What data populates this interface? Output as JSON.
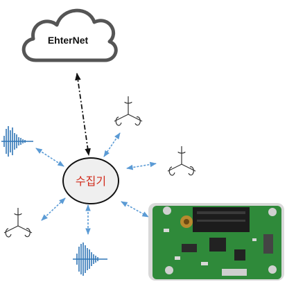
{
  "cloud": {
    "label": "EhterNet"
  },
  "hub": {
    "label": "수집기"
  },
  "colors": {
    "cloud_stroke": "#555555",
    "hub_fill": "#efefef",
    "link": "#5b9bd5",
    "uplink": "#111111",
    "signal": "#2e75b6",
    "board": "#2f8a3a",
    "module": "#1c1c1c"
  },
  "icons": {
    "sensor": "triaxial-axis-icon",
    "signal": "vibration-waveform-icon",
    "device": "sensor-circuit-board-image"
  }
}
